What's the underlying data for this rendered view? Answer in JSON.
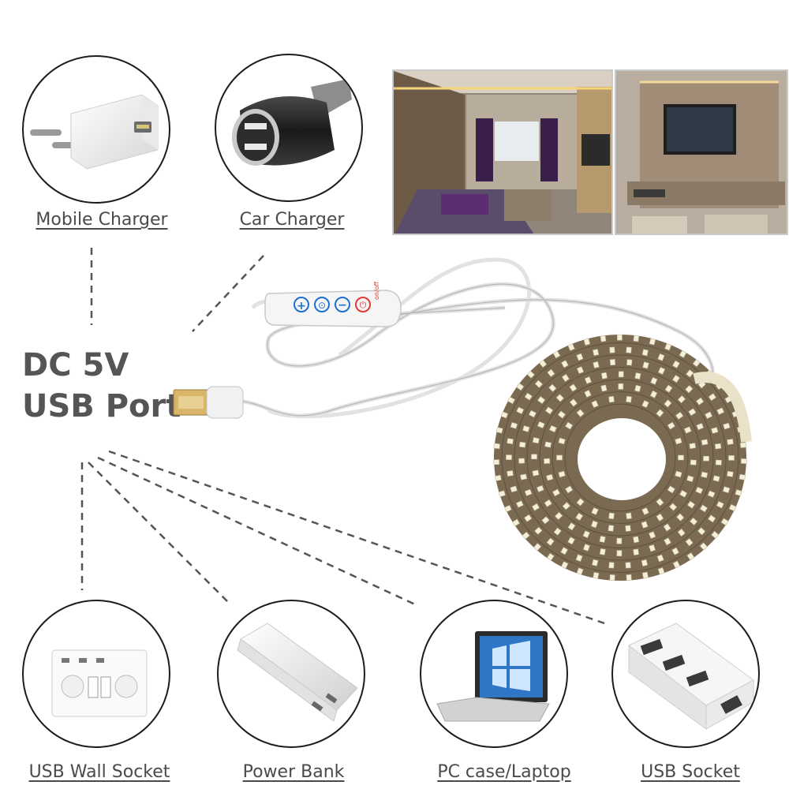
{
  "headline": {
    "line1": "DC 5V",
    "line2": "USB Port"
  },
  "sources_top": [
    {
      "label": "Mobile Charger",
      "icon": "wall-charger-icon"
    },
    {
      "label": "Car Charger",
      "icon": "car-charger-icon"
    }
  ],
  "sources_bottom": [
    {
      "label": "USB Wall Socket",
      "icon": "wall-socket-icon"
    },
    {
      "label": "Power Bank",
      "icon": "power-bank-icon"
    },
    {
      "label": "PC case/Laptop",
      "icon": "laptop-icon"
    },
    {
      "label": "USB Socket",
      "icon": "usb-hub-icon"
    }
  ],
  "controller": {
    "power_text": "on/off",
    "buttons": [
      "+",
      "⊙",
      "−",
      "⏻"
    ]
  },
  "colors": {
    "label_text": "#4a4a4a",
    "headline_text": "#555555",
    "controller_accent": "#1e6fd0",
    "power_red": "#e53935",
    "strip_brown": "#7a6a52"
  }
}
